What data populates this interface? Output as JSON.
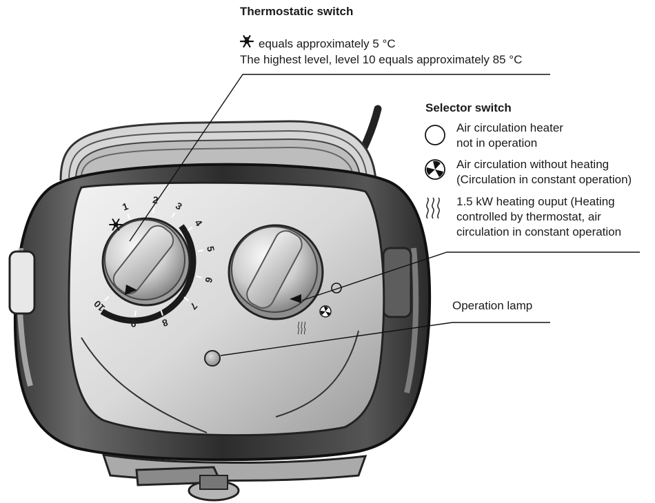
{
  "thermostat": {
    "heading": "Thermostatic switch",
    "line1": "equals approximately 5 °C",
    "line2": "The highest level, level 10 equals approximately 85 °C",
    "scale": [
      "1",
      "2",
      "3",
      "4",
      "5",
      "6",
      "7",
      "8",
      "9",
      "10"
    ]
  },
  "selector": {
    "heading": "Selector switch",
    "options": [
      {
        "icon": "circle-icon",
        "line1": "Air circulation heater",
        "line2": "not in operation"
      },
      {
        "icon": "fan-icon",
        "line1": "Air circulation without heating",
        "line2": "(Circulation in constant operation)"
      },
      {
        "icon": "heat-waves-icon",
        "line1": "1.5 kW heating ouput (Heating",
        "line2": "controlled by thermostat, air",
        "line3": "circulation in constant operation"
      }
    ]
  },
  "lamp": {
    "label": "Operation lamp"
  }
}
